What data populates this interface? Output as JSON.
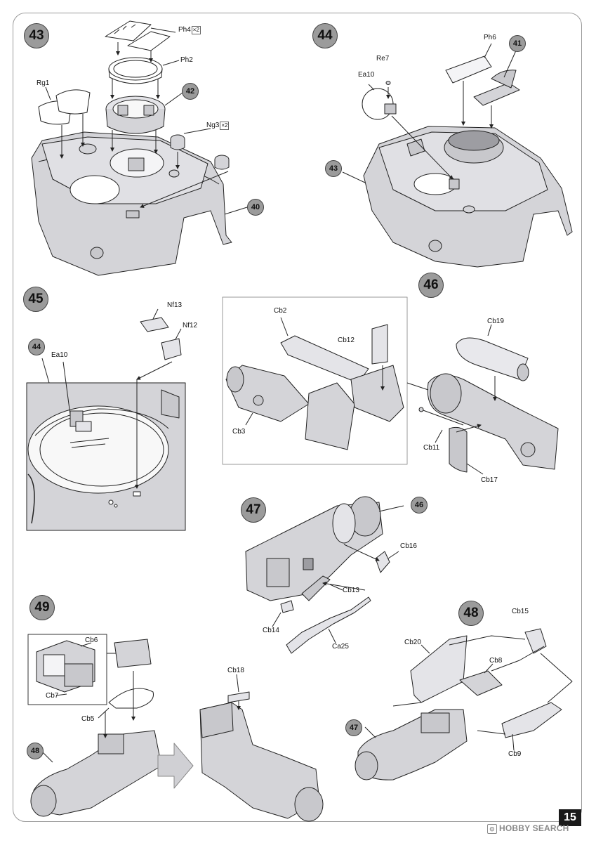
{
  "steps": [
    {
      "number": "43"
    },
    {
      "number": "44"
    },
    {
      "number": "45"
    },
    {
      "number": "46"
    },
    {
      "number": "47"
    },
    {
      "number": "48"
    },
    {
      "number": "49"
    }
  ],
  "refs": {
    "s43_sub42": "42",
    "s43_sub40": "40",
    "s44_sub41": "41",
    "s44_sub43": "43",
    "s45_sub44": "44",
    "s47_sub46": "46",
    "s48_sub47": "47",
    "s49_sub48": "48"
  },
  "labels": {
    "ph4": "Ph4",
    "ph4_mult": "×2",
    "ph2": "Ph2",
    "rg1": "Rg1",
    "ng3": "Ng3",
    "ng3_mult": "×2",
    "re7": "Re7",
    "ph6": "Ph6",
    "ea10_44": "Ea10",
    "nf13": "Nf13",
    "nf12": "Nf12",
    "ea10_45": "Ea10",
    "cb2": "Cb2",
    "cb12": "Cb12",
    "cb3": "Cb3",
    "cb19": "Cb19",
    "cb11": "Cb11",
    "cb17": "Cb17",
    "cb16": "Cb16",
    "cb13": "Cb13",
    "cb14": "Cb14",
    "ca25": "Ca25",
    "cb15": "Cb15",
    "cb20": "Cb20",
    "cb8": "Cb8",
    "cb9": "Cb9",
    "cb6": "Cb6",
    "cb7": "Cb7",
    "cb5": "Cb5",
    "cb18": "Cb18"
  },
  "page_number": "15",
  "watermark": "HOBBY SEARCH",
  "colors": {
    "part_fill": "#d4d4d8",
    "part_shadow": "#b8b8bd",
    "line": "#222222",
    "step_circle": "#9b9b9b"
  }
}
